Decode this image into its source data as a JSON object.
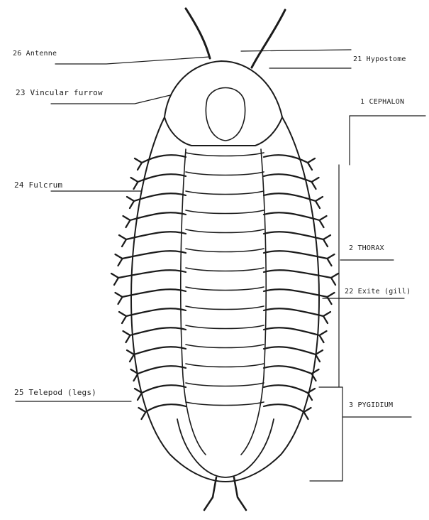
{
  "labels": {
    "antenna": "26 Antenne",
    "vincular": "23 Vincular furrow",
    "fulcrum": "24 Fulcrum",
    "telepod": "25 Telepod (legs)",
    "hypostome": "21 Hypostome",
    "cephalon": "1 CEPHALON",
    "thorax": "2 THORAX",
    "exite": "22 Exite (gill)",
    "pygidium": "3 PYGIDIUM"
  },
  "colors": {
    "ink": "#1b1b1b",
    "paper": "#ffffff"
  }
}
